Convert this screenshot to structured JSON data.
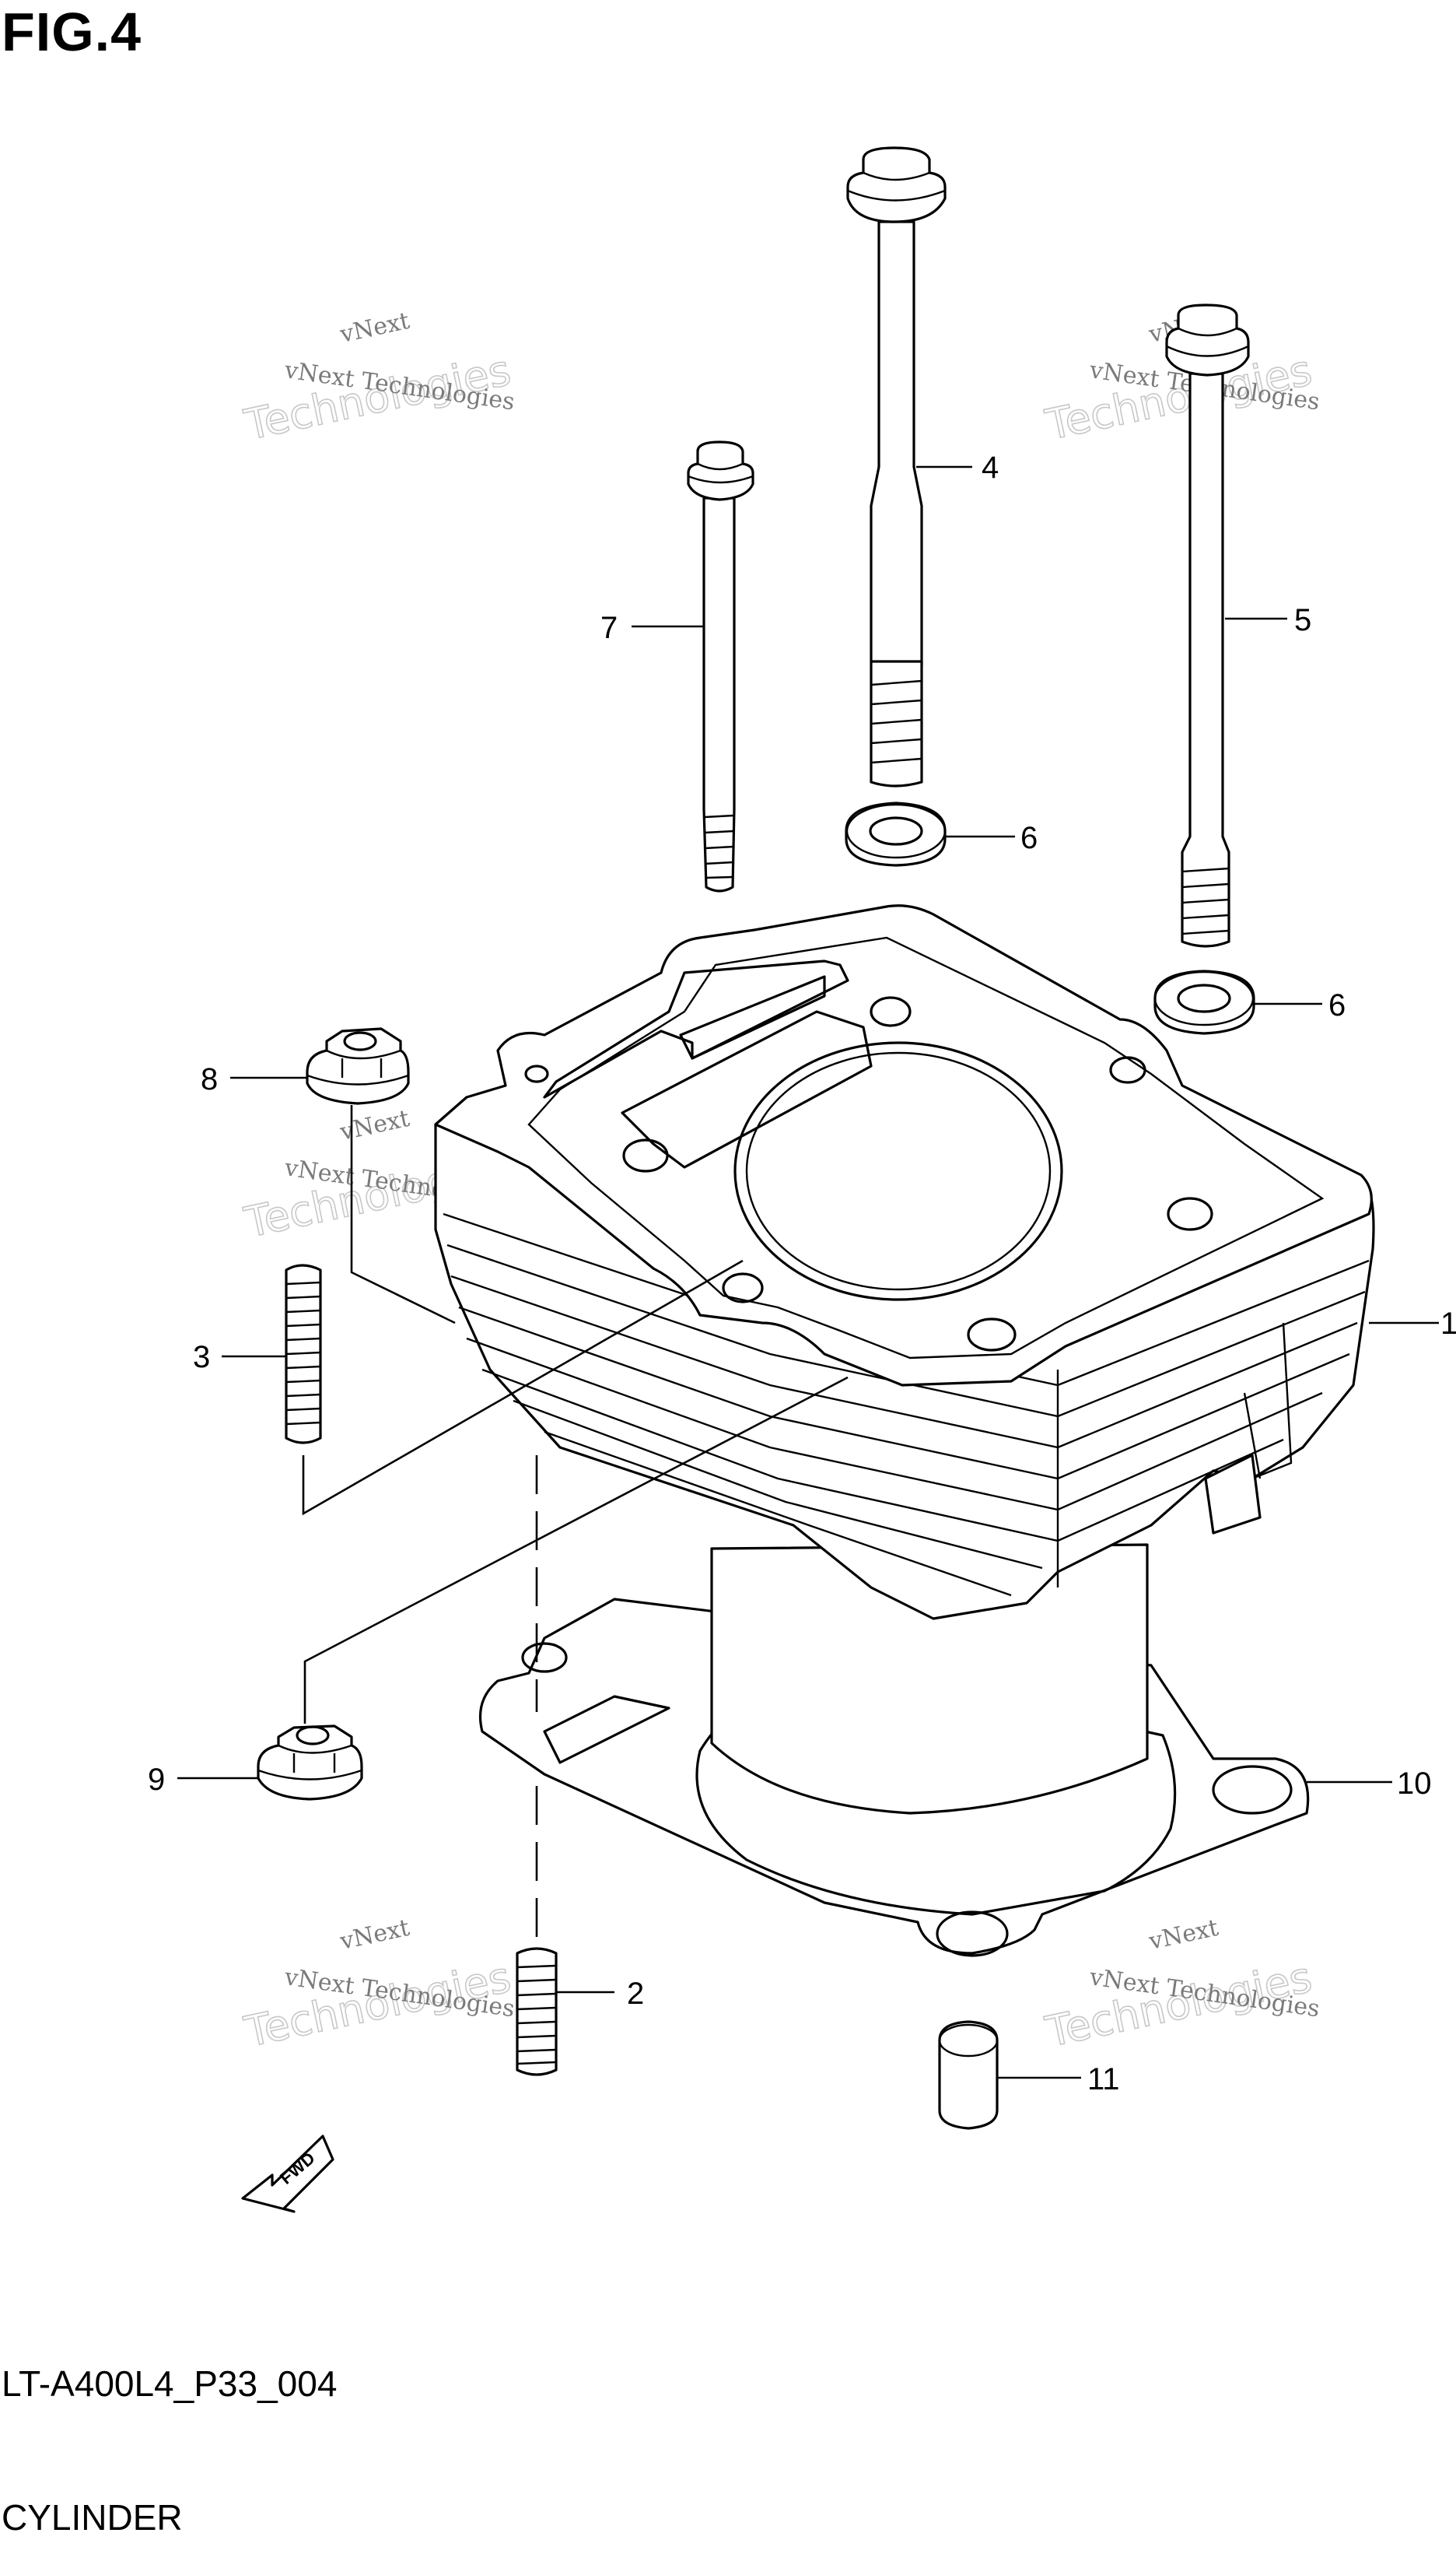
{
  "figure": {
    "title": "FIG.4",
    "code": "LT-A400L4_P33_004",
    "name": "CYLINDER"
  },
  "watermark": {
    "line1": "vNext",
    "line2": "vNext Technologies",
    "line3": "Technologies"
  },
  "fwd_label": "FWD",
  "callouts": [
    {
      "id": "c1",
      "label": "1"
    },
    {
      "id": "c2",
      "label": "2"
    },
    {
      "id": "c3",
      "label": "3"
    },
    {
      "id": "c4",
      "label": "4"
    },
    {
      "id": "c5",
      "label": "5"
    },
    {
      "id": "c6a",
      "label": "6"
    },
    {
      "id": "c6b",
      "label": "6"
    },
    {
      "id": "c7",
      "label": "7"
    },
    {
      "id": "c8",
      "label": "8"
    },
    {
      "id": "c9",
      "label": "9"
    },
    {
      "id": "c10",
      "label": "10"
    },
    {
      "id": "c11",
      "label": "11"
    }
  ]
}
